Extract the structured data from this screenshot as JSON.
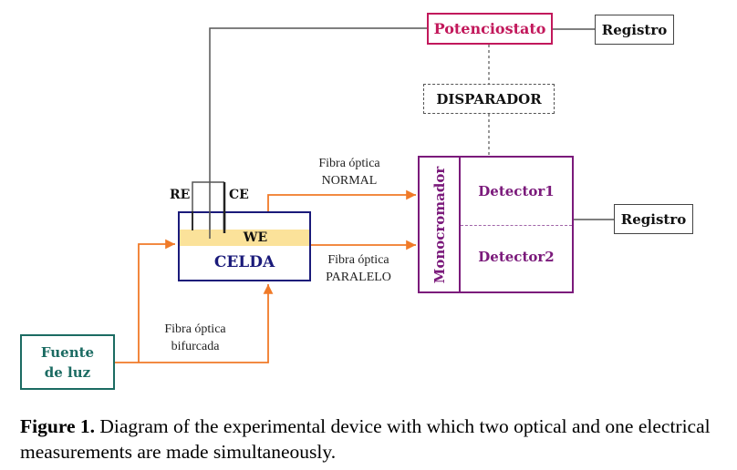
{
  "colors": {
    "potenciostato": "#c2185b",
    "celda": "#1a1a7a",
    "we_band": "#fbe29a",
    "fiber": "#f07a28",
    "monocromador": "#7b1a7b",
    "fuente": "#1b6b62",
    "wire": "#555555"
  },
  "nodes": {
    "potenciostato": "Potenciostato",
    "registro_top": "Registro",
    "disparador": "DISPARADOR",
    "monocromador": "Monocromador",
    "detector1": "Detector1",
    "detector2": "Detector2",
    "registro_right": "Registro",
    "celda": "CELDA",
    "we": "WE",
    "re": "RE",
    "ce": "CE",
    "fuente_line1": "Fuente",
    "fuente_line2": "de luz"
  },
  "fibers": {
    "normal_line1": "Fibra óptica",
    "normal_line2": "NORMAL",
    "paralelo_line1": "Fibra óptica",
    "paralelo_line2": "PARALELO",
    "bifurcada_line1": "Fibra óptica",
    "bifurcada_line2": "bifurcada"
  },
  "caption": {
    "label": "Figure 1.",
    "text": " Diagram of the experimental device with which two optical and one electrical measurements are made simultaneously."
  }
}
